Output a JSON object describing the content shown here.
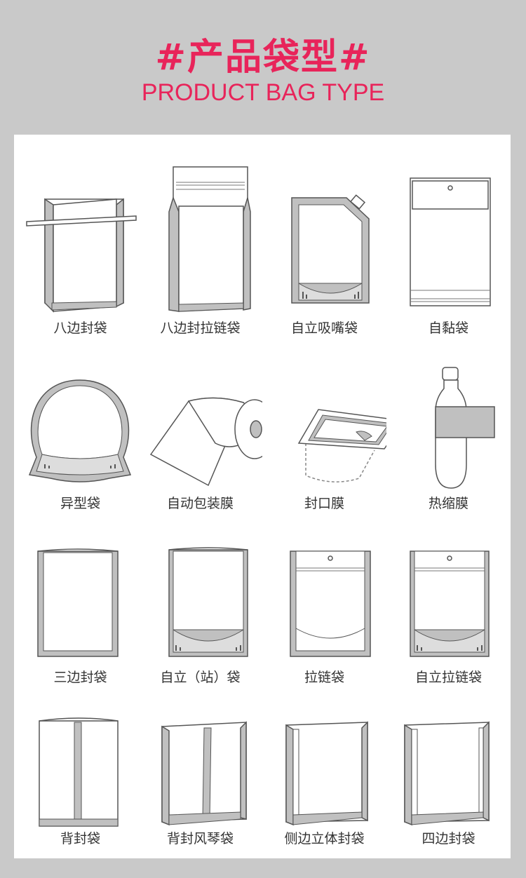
{
  "header": {
    "title_cn": "#产品袋型#",
    "title_en": "PRODUCT BAG TYPE"
  },
  "colors": {
    "accent": "#e8245a",
    "panel": "#ffffff",
    "background": "#c9c9c9",
    "bag_fill": "#c0c0c0",
    "bag_stroke": "#555555"
  },
  "items": [
    {
      "label": "八边封袋",
      "icon": "eight-side-seal-bag-icon"
    },
    {
      "label": "八边封拉链袋",
      "icon": "eight-side-zipper-bag-icon"
    },
    {
      "label": "自立吸嘴袋",
      "icon": "spout-pouch-icon"
    },
    {
      "label": "自黏袋",
      "icon": "self-adhesive-bag-icon"
    },
    {
      "label": "异型袋",
      "icon": "shaped-bag-icon"
    },
    {
      "label": "自动包装膜",
      "icon": "packaging-film-roll-icon"
    },
    {
      "label": "封口膜",
      "icon": "sealing-film-icon"
    },
    {
      "label": "热缩膜",
      "icon": "shrink-film-bottle-icon"
    },
    {
      "label": "三边封袋",
      "icon": "three-side-seal-bag-icon"
    },
    {
      "label": "自立（站）袋",
      "icon": "stand-up-pouch-icon"
    },
    {
      "label": "拉链袋",
      "icon": "zipper-bag-icon"
    },
    {
      "label": "自立拉链袋",
      "icon": "stand-up-zipper-pouch-icon"
    },
    {
      "label": "背封袋",
      "icon": "back-seal-bag-icon"
    },
    {
      "label": "背封风琴袋",
      "icon": "back-seal-gusset-bag-icon"
    },
    {
      "label": "侧边立体封袋",
      "icon": "side-gusset-bag-icon"
    },
    {
      "label": "四边封袋",
      "icon": "four-side-seal-bag-icon"
    }
  ]
}
